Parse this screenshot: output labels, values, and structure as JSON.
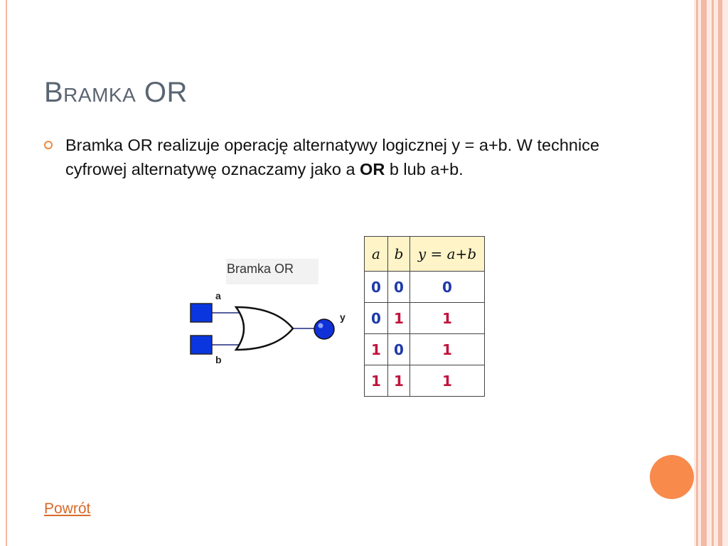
{
  "slide": {
    "title": "Bramka OR",
    "bullet": {
      "text_before": "Bramka OR realizuje operację alternatywy logicznej y = a+b. W technice cyfrowej alternatywę oznaczamy jako a ",
      "bold": "OR",
      "text_after": " b lub a+b."
    },
    "gate_diagram": {
      "caption": "Bramka OR",
      "input_a": "a",
      "input_b": "b",
      "output": "y"
    },
    "truth_table": {
      "headers": [
        "a",
        "b",
        "y = a+b"
      ],
      "rows": [
        [
          "0",
          "0",
          "0"
        ],
        [
          "0",
          "1",
          "1"
        ],
        [
          "1",
          "0",
          "1"
        ],
        [
          "1",
          "1",
          "1"
        ]
      ]
    },
    "back_link": "Powrót"
  },
  "colors": {
    "accent": "#f88a4c",
    "stripe": "#f4b8a4",
    "title": "#5a6572",
    "link": "#d86a2a",
    "input_blue": "#1e3aa8",
    "value_red": "#c0143c"
  }
}
